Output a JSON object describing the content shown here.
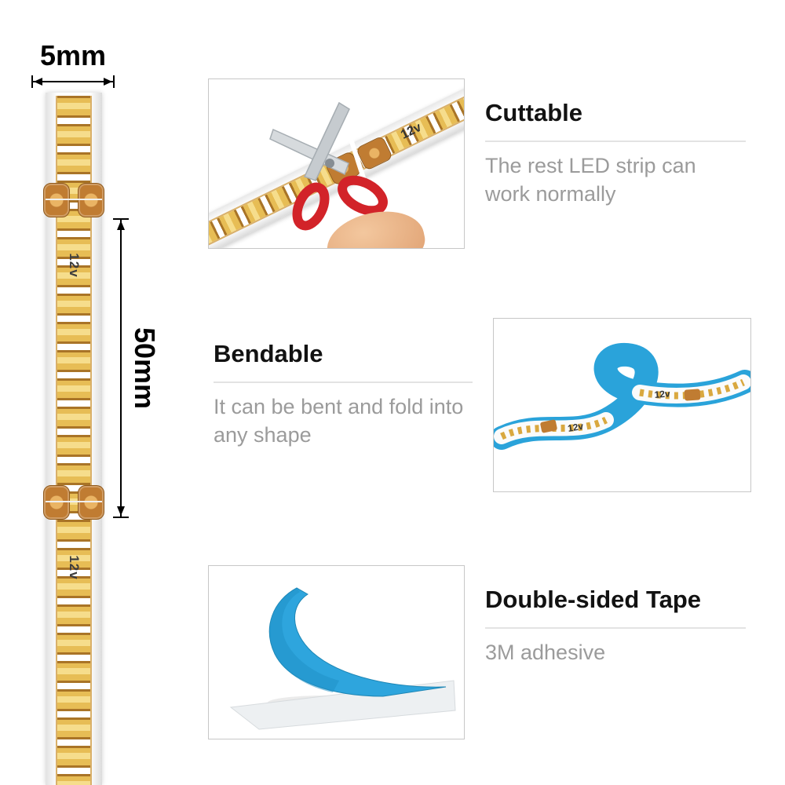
{
  "dimensions": {
    "width_label": "5mm",
    "length_label": "50mm"
  },
  "strip": {
    "voltage_label": "12v"
  },
  "features": [
    {
      "id": "cuttable",
      "title": "Cuttable",
      "desc": "The rest LED strip can work normally"
    },
    {
      "id": "bendable",
      "title": "Bendable",
      "desc": "It can be bent and fold into any shape"
    },
    {
      "id": "double_sided_tape",
      "title": "Double-sided Tape",
      "desc": "3M adhesive"
    }
  ],
  "colors": {
    "tape_blue": "#2ea5dd",
    "copper_pad": "#c07c32",
    "led_gold": "#e7bd55",
    "scissors_handle_red": "#d22329",
    "heading_text": "#121212",
    "body_text": "#9b9b9b",
    "divider": "#e3e3e3"
  }
}
